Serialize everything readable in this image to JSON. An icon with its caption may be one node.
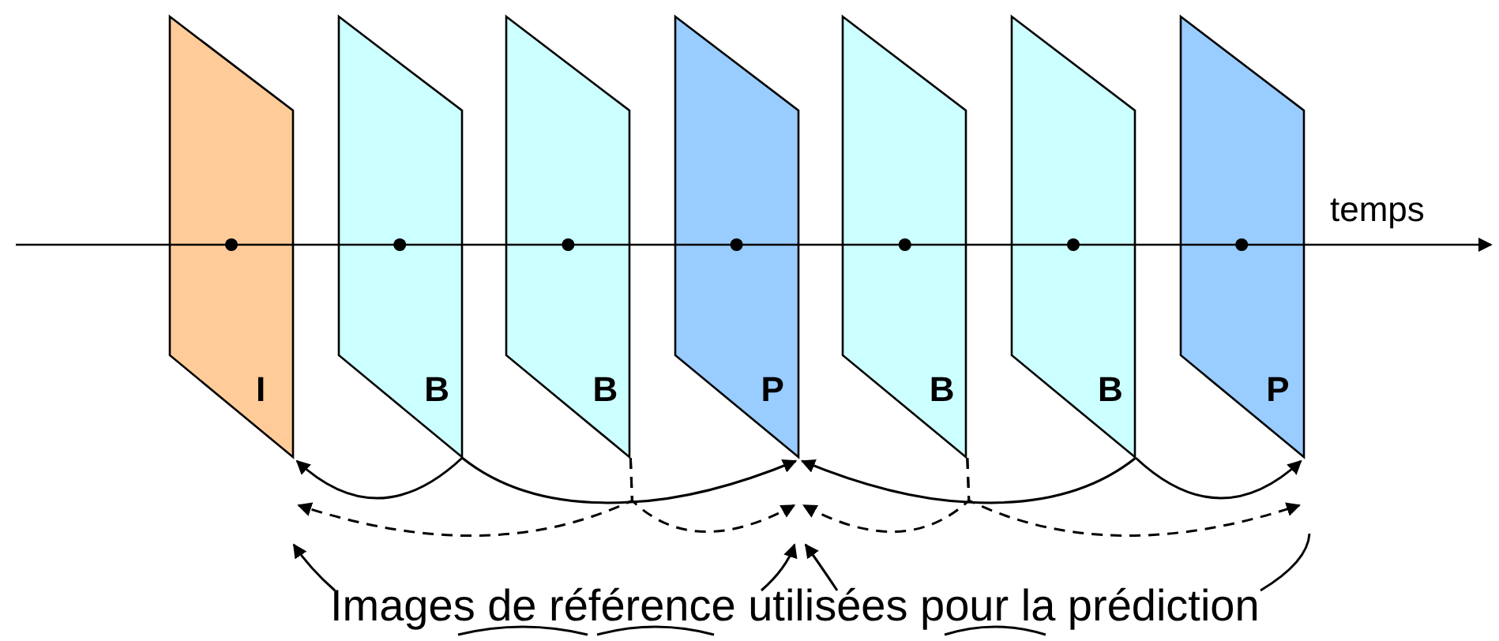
{
  "diagram": {
    "nodes": [
      {
        "text": [
          "I"
        ]
      },
      {
        "text": [
          "B"
        ]
      },
      {
        "text": [
          "B"
        ]
      },
      {
        "text": [
          "P"
        ]
      },
      {
        "text": [
          "B"
        ]
      },
      {
        "text": [
          "B"
        ]
      },
      {
        "text": [
          "P"
        ]
      },
      {
        "text": [
          "Images de référence utilisées pour la prédiction"
        ]
      }
    ],
    "edges": [
      {
        "from": 1,
        "to": 0,
        "arrow": "to"
      },
      {
        "from": 1,
        "to": 3,
        "arrow": "to"
      },
      {
        "from": 2,
        "to": 0,
        "arrow": "to",
        "style": "dashed"
      },
      {
        "from": 2,
        "to": 3,
        "arrow": "to",
        "style": "dashed"
      },
      {
        "from": 4,
        "to": 3,
        "arrow": "to",
        "style": "dashed"
      },
      {
        "from": 4,
        "to": 6,
        "arrow": "to",
        "style": "dashed"
      },
      {
        "from": 5,
        "to": 3,
        "arrow": "to"
      },
      {
        "from": 5,
        "to": 6,
        "arrow": "to"
      },
      {
        "from": 7,
        "to": null,
        "arrow": "to"
      },
      {
        "from": 7,
        "to": null,
        "arrow": "to"
      },
      {
        "from": 7,
        "to": null,
        "arrow": "to"
      },
      {
        "from": 7,
        "to": null,
        "arrow": "none"
      }
    ],
    "labels": [
      "temps"
    ]
  }
}
